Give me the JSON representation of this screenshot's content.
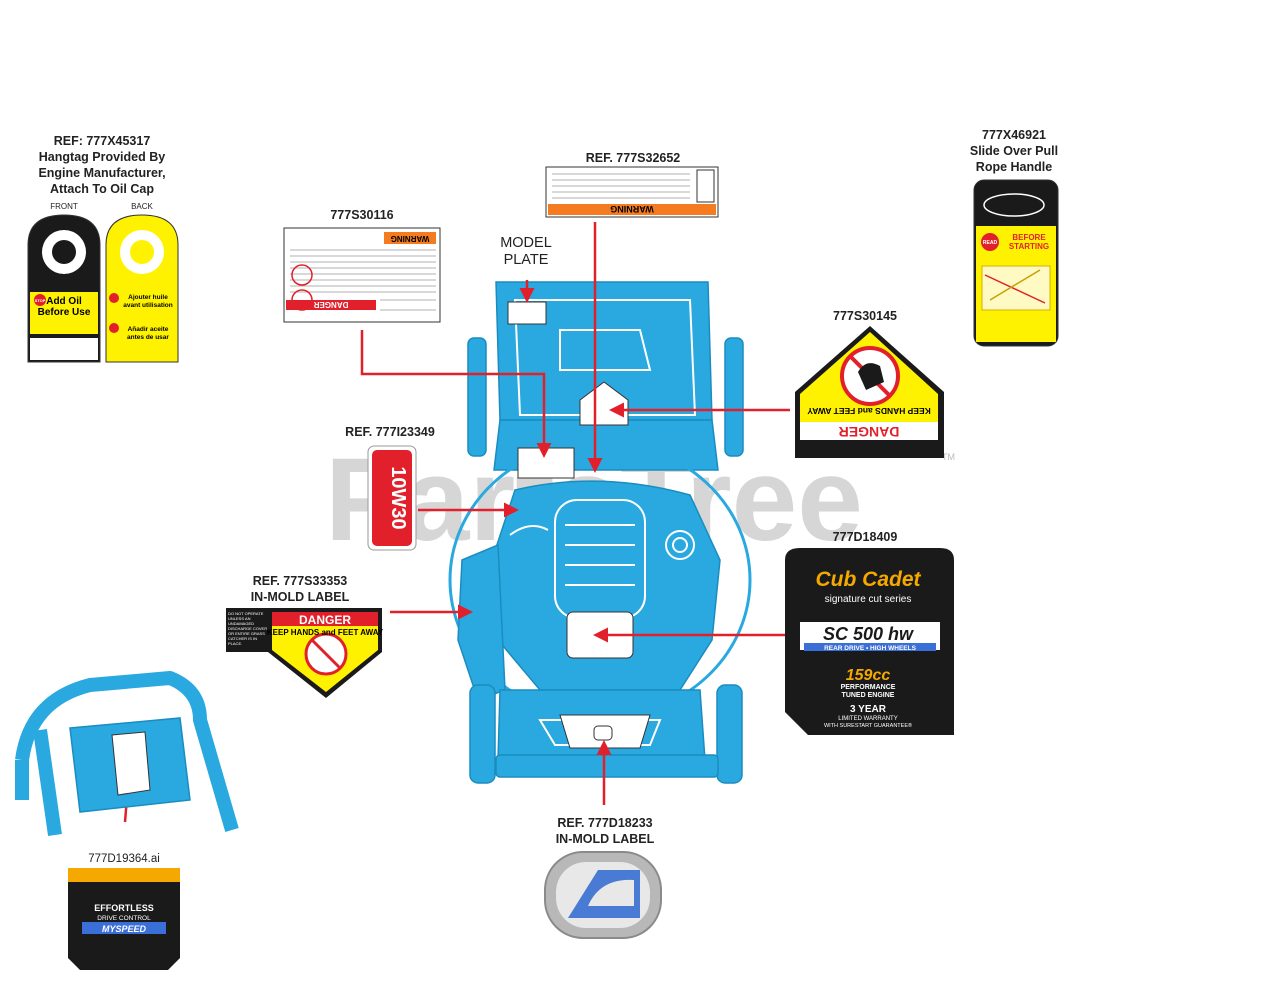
{
  "watermark": "PartsTree",
  "watermark_mark": "TM",
  "labels": {
    "hangtag": {
      "ref": "REF: 777X45317",
      "desc": "Hangtag Provided By\nEngine Manufacturer,\nAttach To Oil Cap",
      "front": "FRONT",
      "back": "BACK",
      "front_text": "Add Oil\nBefore Use",
      "back_text": "Ajouter huile\navant utilisation",
      "back_text2": "Añadir aceite\nantes de usar",
      "stop": "STOP"
    },
    "warning_decal": {
      "ref": "777S30116",
      "banner_top": "WARNING",
      "banner_bottom": "DANGER"
    },
    "model_plate": {
      "text": "MODEL\nPLATE"
    },
    "warning_label": {
      "ref": "REF. 777S32652",
      "banner": "WARNING"
    },
    "rope_handle": {
      "ref": "777X46921",
      "desc": "Slide Over Pull\nRope Handle",
      "read": "READ",
      "before": "BEFORE\nSTARTING"
    },
    "danger_hands": {
      "ref": "777S30145",
      "line": "KEEP HANDS and FEET AWAY",
      "danger": "DANGER"
    },
    "oil": {
      "ref": "REF. 777I23349",
      "text": "10W30"
    },
    "inmold_danger": {
      "ref": "REF. 777S33353",
      "sub": "IN-MOLD LABEL",
      "danger": "DANGER",
      "line": "KEEP HANDS and FEET AWAY",
      "side": "DO NOT OPERATE\nUNLESS AN\nUNDAMAGED\nDISCHARGE COVER\nOR ENTIRE GRASS\nCATCHER IS IN\nPLACE."
    },
    "brand": {
      "ref": "777D18409",
      "logo": "Cub Cadet",
      "series": "signature cut series",
      "model": "SC 500 hw",
      "drive": "REAR DRIVE • HIGH WHEELS",
      "cc": "159cc",
      "engine": "PERFORMANCE\nTUNED ENGINE",
      "warranty": "3 YEAR",
      "warranty2": "LIMITED WARRANTY",
      "warranty3": "WITH SURESTART GUARANTEE®"
    },
    "badge": {
      "ref": "REF. 777D18233",
      "sub": "IN-MOLD LABEL"
    },
    "speed": {
      "file": "777D19364.ai",
      "line1": "EFFORTLESS",
      "line2": "DRIVE CONTROL",
      "line3": "MYSPEED"
    }
  },
  "colors": {
    "mower": "#29a9e0",
    "arrow": "#e2202b",
    "warning_orange": "#f47b20",
    "danger_red": "#e2202b",
    "yellow": "#fff200"
  }
}
